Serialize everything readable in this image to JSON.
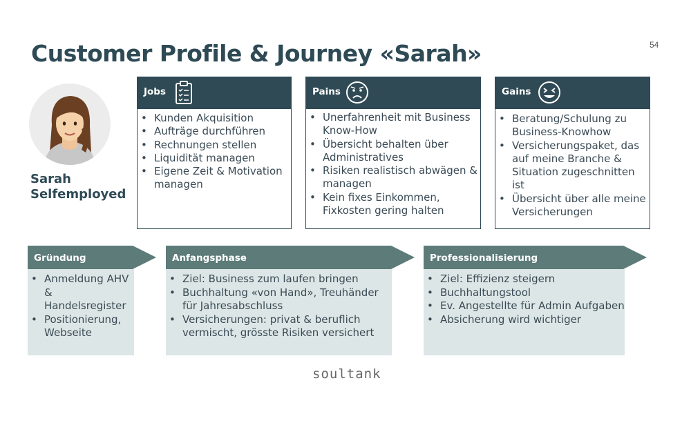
{
  "slide": {
    "title": "Customer Profile & Journey «Sarah»",
    "page_number": "54"
  },
  "persona": {
    "name_line1": "Sarah",
    "name_line2": "Selfemployed"
  },
  "cards": {
    "jobs": {
      "label": "Jobs",
      "items": [
        "Kunden Akquisition",
        "Aufträge durchführen",
        "Rechnungen stellen",
        "Liquidität managen",
        "Eigene Zeit & Motivation managen"
      ]
    },
    "pains": {
      "label": "Pains",
      "items": [
        "Unerfahrenheit mit Business Know-How",
        "Übersicht behalten über Administratives",
        "Risiken realistisch abwägen & managen",
        "Kein fixes Einkommen, Fixkosten gering halten"
      ]
    },
    "gains": {
      "label": "Gains",
      "items": [
        "Beratung/Schulung zu Business-Knowhow",
        "Versicherungspaket, das auf meine Branche & Situation zugeschnitten ist",
        "Übersicht über alle meine Versicherungen"
      ]
    }
  },
  "phases": [
    {
      "label": "Gründung",
      "items": [
        "Anmeldung AHV & Handelsregister",
        "Positionierung, Webseite"
      ]
    },
    {
      "label": "Anfangsphase",
      "items": [
        "Ziel: Business zum laufen bringen",
        "Buchhaltung «von Hand», Treuhänder für Jahresabschluss",
        "Versicherungen: privat & beruflich vermischt, grösste Risiken versichert"
      ]
    },
    {
      "label": "Professionalisierung",
      "items": [
        "Ziel: Effizienz steigern",
        "Buchhaltungstool",
        "Ev. Angestellte für Admin Aufgaben",
        "Absicherung wird wichtiger"
      ]
    }
  ],
  "footer": {
    "logo": "soultank"
  },
  "colors": {
    "header_dark": "#2f4a55",
    "phase_arrow": "#5c7b79",
    "phase_box": "#dde6e6"
  }
}
